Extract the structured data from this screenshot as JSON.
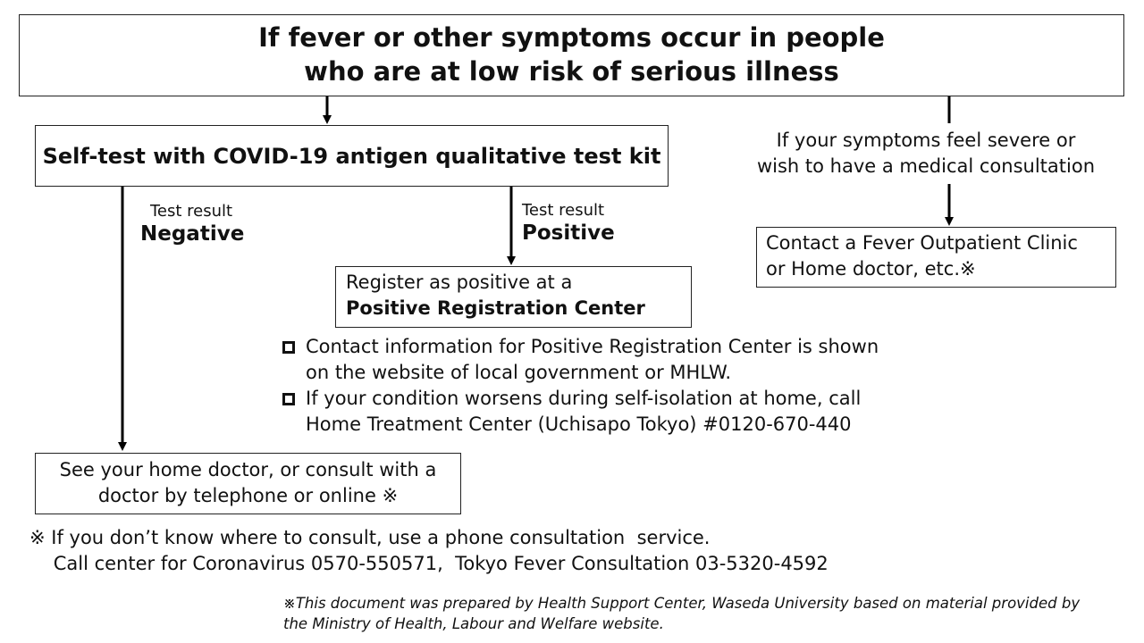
{
  "title": {
    "line1": "If fever or other symptoms occur in people",
    "line2": "who are at low risk of serious illness"
  },
  "self_test": {
    "label": "Self-test with COVID-19 antigen qualitative test kit"
  },
  "negative_branch": {
    "small_label": "Test result",
    "result": "Negative"
  },
  "positive_branch": {
    "small_label": "Test result",
    "result": "Positive"
  },
  "register": {
    "line1": "Register as positive at a",
    "line2": "Positive Registration Center"
  },
  "severe": {
    "line1": "If your symptoms feel severe or",
    "line2": "wish to have a medical consultation"
  },
  "fever_clinic": {
    "line1": "Contact a Fever Outpatient Clinic",
    "line2": "or Home doctor, etc.※"
  },
  "bullets": [
    {
      "line1": "Contact information for Positive Registration Center is shown",
      "line2": "on the website of local government or MHLW."
    },
    {
      "line1": "If your condition worsens during self-isolation  at home, call",
      "line2": "Home Treatment Center (Uchisapo Tokyo) #0120-670-440"
    }
  ],
  "home_doctor": {
    "line1": "See your home doctor, or consult with a",
    "line2": "doctor by telephone or online ※"
  },
  "footnote": {
    "line1": "※ If you don’t know where to consult, use a phone consultation  service.",
    "line2": "    Call center for Coronavirus 0570-550571,  Tokyo Fever Consultation 03-5320-4592"
  },
  "credit": {
    "line1": "※This document was prepared by Health Support Center, Waseda University based on material provided by",
    "line2": "the Ministry of Health, Labour and Welfare website."
  }
}
